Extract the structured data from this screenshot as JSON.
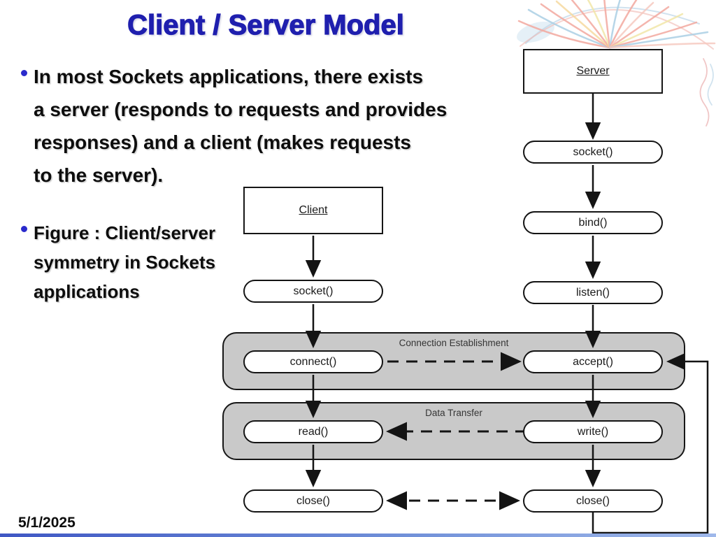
{
  "slide": {
    "title": "Client / Server Model",
    "date": "5/1/2025",
    "bullets": [
      {
        "lines": [
          "In most Sockets applications, there exists",
          "a server (responds to requests and provides",
          "responses) and a client (makes requests",
          "to the server)."
        ]
      },
      {
        "lines": [
          "Figure : Client/server",
          "symmetry in Sockets",
          "applications"
        ]
      }
    ]
  },
  "diagram": {
    "server_label": "Server",
    "client_label": "Client",
    "server_steps": [
      "socket()",
      "bind()",
      "listen()",
      "accept()",
      "write()",
      "close()"
    ],
    "client_steps": [
      "socket()",
      "connect()",
      "read()",
      "close()"
    ],
    "regions": [
      {
        "label": "Connection Establishment"
      },
      {
        "label": "Data Transfer"
      }
    ]
  },
  "colors": {
    "title_blue": "#1f1fae",
    "bullet_dot_blue": "#2a2acc",
    "region_gray": "#c9c9c9",
    "diagram_line": "#141414",
    "bottom_bar_blue": "#3f57c4"
  }
}
